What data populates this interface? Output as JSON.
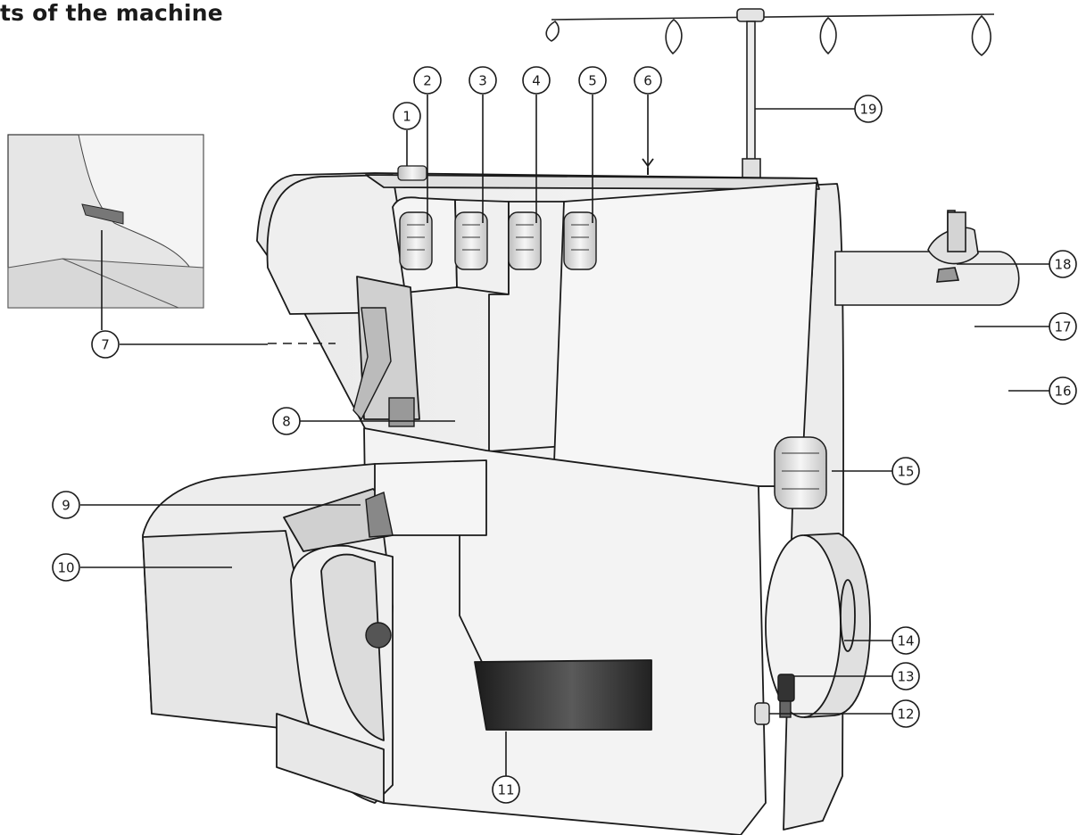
{
  "title": "ts of the machine",
  "callouts": [
    {
      "num": "1"
    },
    {
      "num": "2"
    },
    {
      "num": "3"
    },
    {
      "num": "4"
    },
    {
      "num": "5"
    },
    {
      "num": "6"
    },
    {
      "num": "7"
    },
    {
      "num": "8"
    },
    {
      "num": "9"
    },
    {
      "num": "10"
    },
    {
      "num": "11"
    },
    {
      "num": "12"
    },
    {
      "num": "13"
    },
    {
      "num": "14"
    },
    {
      "num": "15"
    },
    {
      "num": "16"
    },
    {
      "num": "17"
    },
    {
      "num": "18"
    },
    {
      "num": "19"
    }
  ],
  "colors": {
    "outline": "#1a1a1a",
    "body_light": "#f2f2f2",
    "body_mid": "#e2e2e2",
    "body_shadow": "#c8c8c8",
    "window_dark": "#2a2a2a"
  }
}
